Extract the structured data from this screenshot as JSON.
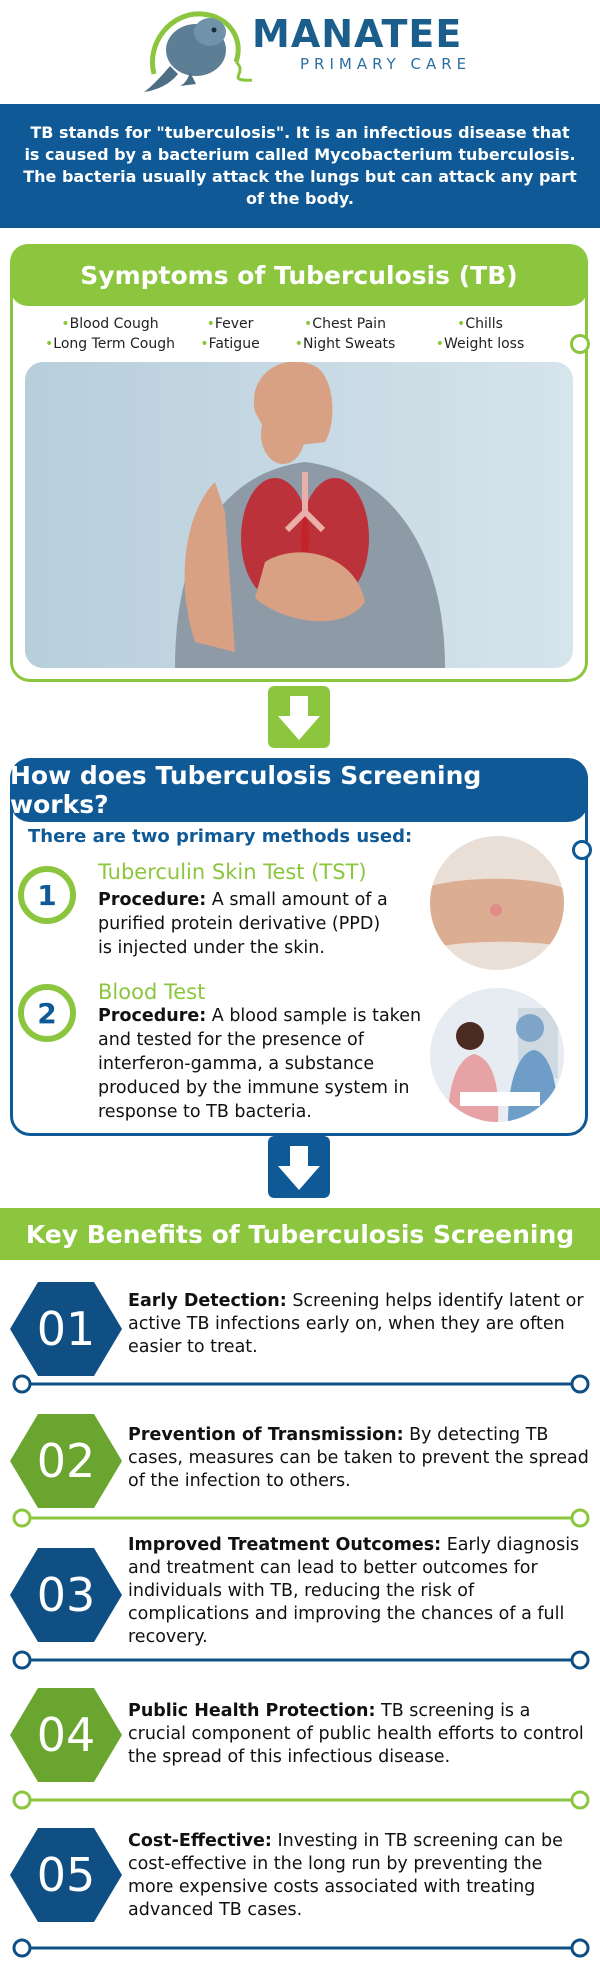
{
  "brand": {
    "name": "MANATEE",
    "sub": "PRIMARY CARE"
  },
  "intro": "TB stands for \"tuberculosis\". It is an infectious disease that is caused by a bacterium called Mycobacterium tuberculosis. The bacteria usually attack the lungs but can attack any part of the body.",
  "symptoms": {
    "title": "Symptoms of Tuberculosis (TB)",
    "items": [
      "Blood Cough",
      "Fever",
      "Chest Pain",
      "Chills",
      "Long Term Cough",
      "Fatigue",
      "Night Sweats",
      "Weight loss"
    ]
  },
  "screening": {
    "title": "How does Tuberculosis Screening works?",
    "subtitle": "There are two primary methods used:",
    "methods": [
      {
        "number": "1",
        "title": "Tuberculin Skin Test (TST)",
        "label": "Procedure:",
        "text": " A small amount of a purified protein derivative (PPD) is injected under the skin."
      },
      {
        "number": "2",
        "title": "Blood Test",
        "label": "Procedure:",
        "text": " A blood sample is taken and tested for the presence of interferon-gamma, a substance produced by the immune system in response to TB bacteria."
      }
    ]
  },
  "benefits": {
    "title": "Key Benefits of Tuberculosis Screening",
    "items": [
      {
        "num": "01",
        "label": "Early Detection:",
        "text": " Screening helps identify latent or active TB infections early on, when they are often easier to treat.",
        "color": "#0f4f84"
      },
      {
        "num": "02",
        "label": "Prevention of Transmission:",
        "text": " By detecting TB cases, measures can be taken to prevent the spread of the infection to others.",
        "color": "#6aa52f"
      },
      {
        "num": "03",
        "label": "Improved Treatment Outcomes:",
        "text": " Early diagnosis and treatment can lead to better outcomes for individuals with TB, reducing the risk of complications and improving the chances of a full recovery.",
        "color": "#0f4f84"
      },
      {
        "num": "04",
        "label": "Public Health Protection:",
        "text": " TB screening is a crucial component of public health efforts to control the spread of this infectious disease.",
        "color": "#6aa52f"
      },
      {
        "num": "05",
        "label": "Cost-Effective:",
        "text": " Investing in TB screening can be cost-effective in the long run by preventing the more expensive costs associated with treating advanced TB cases.",
        "color": "#0f4f84"
      }
    ]
  },
  "colors": {
    "green": "#8cc63f",
    "blue": "#0f5a96"
  }
}
